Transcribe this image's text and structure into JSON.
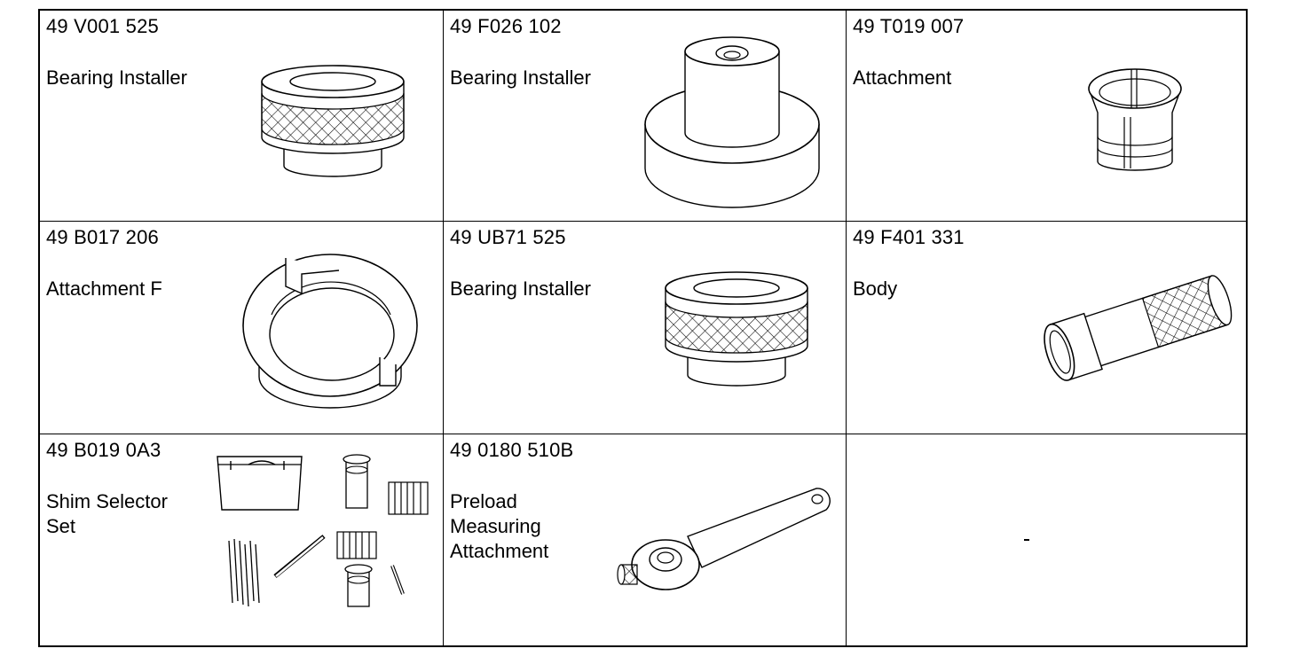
{
  "tools": [
    {
      "part_number": "49 V001 525",
      "name": "Bearing Installer",
      "icon": "bearing-installer-knurled-icon"
    },
    {
      "part_number": "49 F026 102",
      "name": "Bearing Installer",
      "icon": "bearing-installer-flanged-icon"
    },
    {
      "part_number": "49 T019 007",
      "name": "Attachment",
      "icon": "split-collet-attachment-icon"
    },
    {
      "part_number": "49 B017 206",
      "name": "Attachment F",
      "icon": "notched-ring-attachment-icon"
    },
    {
      "part_number": "49 UB71 525",
      "name": "Bearing Installer",
      "icon": "bearing-installer-knurled-icon"
    },
    {
      "part_number": "49 F401 331",
      "name": "Body",
      "icon": "knurled-body-tube-icon"
    },
    {
      "part_number": "49 B019 0A3",
      "name": "Shim Selector\nSet",
      "icon": "shim-selector-set-icon"
    },
    {
      "part_number": "49 0180 510B",
      "name": "Preload\nMeasuring\nAttachment",
      "icon": "preload-wrench-icon"
    }
  ]
}
